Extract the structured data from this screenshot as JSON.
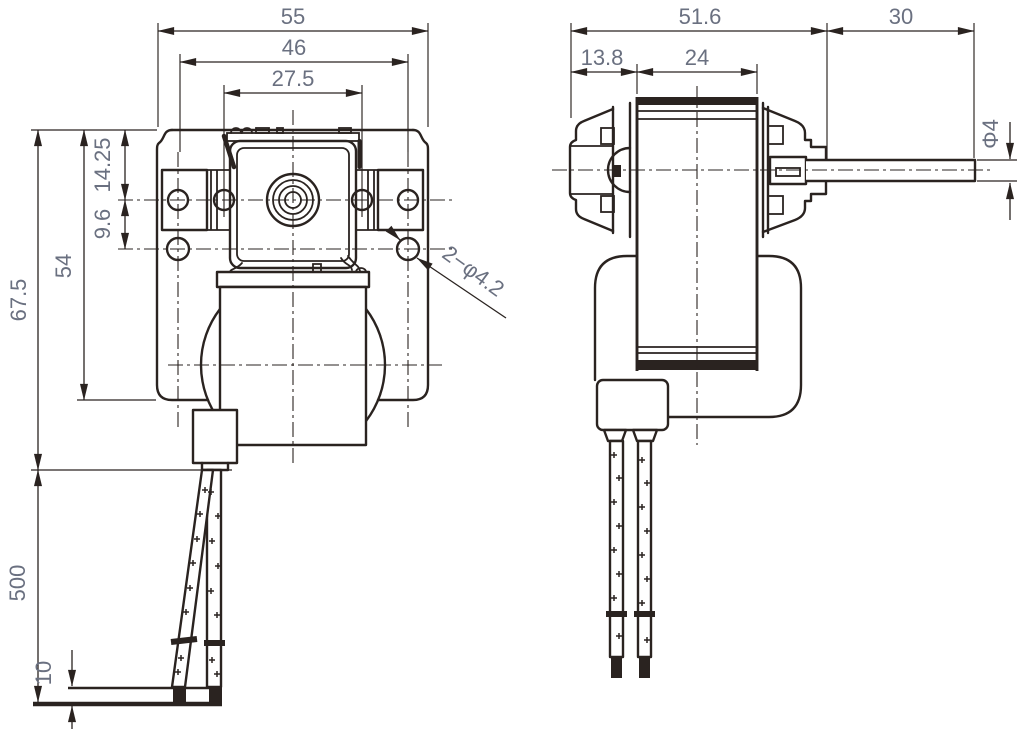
{
  "front_view": {
    "dim_width_overall": "55",
    "dim_mount_holes_spacing": "46",
    "dim_inner_holes_spacing": "27.5",
    "dim_height_to_lead_exit": "67.5",
    "dim_body_height": "54",
    "dim_top_to_hole_row1": "14.25",
    "dim_hole_row1_to_row2": "9.6",
    "dim_lead_length": "500",
    "dim_terminal_length": "10",
    "callout_mount_holes": "2−φ4.2"
  },
  "side_view": {
    "dim_depth_overall": "51.6",
    "dim_shaft_extension": "30",
    "dim_rear_section": "13.8",
    "dim_core_stack": "24",
    "dim_shaft_diameter": "Φ4"
  }
}
